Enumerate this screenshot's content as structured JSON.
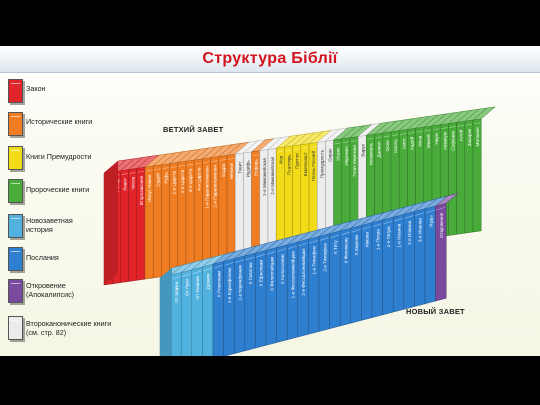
{
  "title": "Структура Біблії",
  "legend": [
    {
      "label": "Закон",
      "note": "",
      "color": "#e0242a"
    },
    {
      "label": "Исторические книги",
      "note": "",
      "color": "#f07d22"
    },
    {
      "label": "Книги Премудрости",
      "note": "",
      "color": "#f2dc18"
    },
    {
      "label": "Пророческие книги",
      "note": "",
      "color": "#49ac3a"
    },
    {
      "label": "Новозаветная история",
      "note": "",
      "color": "#52b2df"
    },
    {
      "label": "Послания",
      "note": "",
      "color": "#2f7fd0"
    },
    {
      "label": "Откровение (Апокалипсис)",
      "note": "",
      "color": "#7a4a9f"
    },
    {
      "label": "Второканонические книги",
      "note": "(см. стр. 82)",
      "color": "#ececec"
    }
  ],
  "old_testament_label": "ВЕТХИЙ ЗАВЕТ",
  "new_testament_label": "НОВЫЙ ЗАВЕТ",
  "old_testament_books": [
    {
      "name": "Бытие",
      "cat": 0
    },
    {
      "name": "Исход",
      "cat": 0
    },
    {
      "name": "Левит",
      "cat": 0
    },
    {
      "name": "Числа",
      "cat": 0
    },
    {
      "name": "Второзаконие",
      "cat": 0
    },
    {
      "name": "Иисус Навин",
      "cat": 1
    },
    {
      "name": "Судей",
      "cat": 1
    },
    {
      "name": "Руфь",
      "cat": 1
    },
    {
      "name": "1-я Царств",
      "cat": 1
    },
    {
      "name": "2-я Царств",
      "cat": 1
    },
    {
      "name": "3-я Царств",
      "cat": 1
    },
    {
      "name": "4-я Царств",
      "cat": 1
    },
    {
      "name": "1-я Паралипоменон",
      "cat": 1
    },
    {
      "name": "2-я Паралипоменон",
      "cat": 1
    },
    {
      "name": "Ездра",
      "cat": 1
    },
    {
      "name": "Неемия",
      "cat": 1
    },
    {
      "name": "Товит",
      "cat": 7
    },
    {
      "name": "Иудифь",
      "cat": 7
    },
    {
      "name": "Есфирь",
      "cat": 1
    },
    {
      "name": "1-я Маккавейская",
      "cat": 7
    },
    {
      "name": "2-я Маккавейская",
      "cat": 7
    },
    {
      "name": "Иов",
      "cat": 2
    },
    {
      "name": "Псалтирь",
      "cat": 2
    },
    {
      "name": "Притчи",
      "cat": 2
    },
    {
      "name": "Екклесиаст",
      "cat": 2
    },
    {
      "name": "Песнь Песней",
      "cat": 2
    },
    {
      "name": "Премудрость",
      "cat": 7
    },
    {
      "name": "Сирах",
      "cat": 7
    },
    {
      "name": "Исаия",
      "cat": 3
    },
    {
      "name": "Иеремия",
      "cat": 3
    },
    {
      "name": "Плач Иеремии",
      "cat": 3
    },
    {
      "name": "Варух",
      "cat": 7
    },
    {
      "name": "Иезекииль",
      "cat": 3
    },
    {
      "name": "Даниил",
      "cat": 3
    },
    {
      "name": "Осия",
      "cat": 3
    },
    {
      "name": "Иоиль",
      "cat": 3
    },
    {
      "name": "Амос",
      "cat": 3
    },
    {
      "name": "Авдий",
      "cat": 3
    },
    {
      "name": "Иона",
      "cat": 3
    },
    {
      "name": "Михей",
      "cat": 3
    },
    {
      "name": "Наум",
      "cat": 3
    },
    {
      "name": "Аввакум",
      "cat": 3
    },
    {
      "name": "Софония",
      "cat": 3
    },
    {
      "name": "Аггей",
      "cat": 3
    },
    {
      "name": "Захария",
      "cat": 3
    },
    {
      "name": "Малахия",
      "cat": 3
    }
  ],
  "new_testament_books": [
    {
      "name": "От Матфея",
      "cat": 4
    },
    {
      "name": "От Марка",
      "cat": 4
    },
    {
      "name": "От Луки",
      "cat": 4
    },
    {
      "name": "От Иоанна",
      "cat": 4
    },
    {
      "name": "Деяния",
      "cat": 4
    },
    {
      "name": "К Римлянам",
      "cat": 5
    },
    {
      "name": "1-е Коринфянам",
      "cat": 5
    },
    {
      "name": "2-е Коринфянам",
      "cat": 5
    },
    {
      "name": "К Галатам",
      "cat": 5
    },
    {
      "name": "К Ефесянам",
      "cat": 5
    },
    {
      "name": "К Филиппийцам",
      "cat": 5
    },
    {
      "name": "К Колоссянам",
      "cat": 5
    },
    {
      "name": "1-е Фессалоникийцам",
      "cat": 5
    },
    {
      "name": "2-е Фессалоникийцам",
      "cat": 5
    },
    {
      "name": "1-е Тимофею",
      "cat": 5
    },
    {
      "name": "2-е Тимофею",
      "cat": 5
    },
    {
      "name": "К Титу",
      "cat": 5
    },
    {
      "name": "К Филимону",
      "cat": 5
    },
    {
      "name": "К Евреям",
      "cat": 5
    },
    {
      "name": "Иакова",
      "cat": 5
    },
    {
      "name": "1-е Петра",
      "cat": 5
    },
    {
      "name": "2-е Петра",
      "cat": 5
    },
    {
      "name": "1-е Иоанна",
      "cat": 5
    },
    {
      "name": "2-е Иоанна",
      "cat": 5
    },
    {
      "name": "3-е Иоанна",
      "cat": 5
    },
    {
      "name": "Иуды",
      "cat": 5
    },
    {
      "name": "Откровение",
      "cat": 6
    }
  ]
}
